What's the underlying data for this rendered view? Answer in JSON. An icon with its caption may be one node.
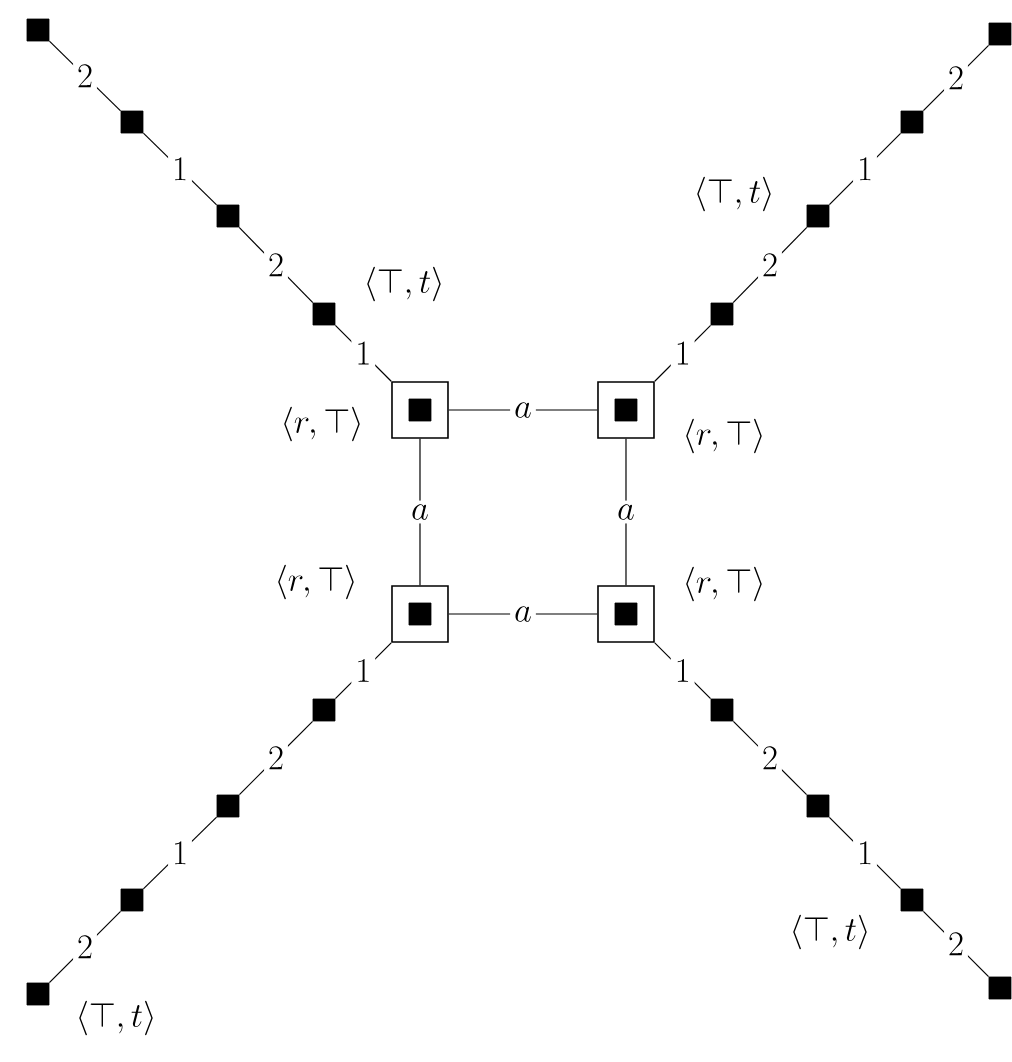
{
  "diagram": {
    "nodes": [
      {
        "text": [],
        "shape": "box",
        "beside": [
          "\\langle r, \\top\\rangle"
        ]
      },
      {
        "text": [],
        "shape": "box",
        "in": 0
      },
      {
        "text": [],
        "shape": "box",
        "beside": [
          "\\langle r, \\top\\rangle"
        ]
      },
      {
        "text": [],
        "shape": "box",
        "in": 2
      },
      {
        "text": [],
        "shape": "box",
        "beside": [
          "\\langle r, \\top\\rangle"
        ]
      },
      {
        "text": [],
        "shape": "box",
        "in": 4
      },
      {
        "text": [],
        "shape": "box",
        "beside": [
          "\\langle r, \\top\\rangle"
        ]
      },
      {
        "text": [],
        "shape": "box",
        "in": 6
      },
      {
        "text": [],
        "shape": "box",
        "beside": [
          "\\langle \\top, t\\rangle"
        ]
      },
      {
        "text": [],
        "shape": "box"
      },
      {
        "text": [],
        "shape": "box"
      },
      {
        "text": [],
        "shape": "box"
      },
      {
        "text": [],
        "shape": "box"
      },
      {
        "text": [],
        "shape": "box",
        "beside": [
          "\\langle \\top, t\\rangle"
        ]
      },
      {
        "text": [],
        "shape": "box"
      },
      {
        "text": [],
        "shape": "box"
      },
      {
        "text": [],
        "shape": "box"
      },
      {
        "text": [],
        "shape": "box"
      },
      {
        "text": [],
        "shape": "box"
      },
      {
        "text": [],
        "shape": "box",
        "beside": [
          "\\langle \\top, t\\rangle"
        ]
      },
      {
        "text": [],
        "shape": "box"
      },
      {
        "text": [],
        "shape": "box"
      },
      {
        "text": [],
        "shape": "box",
        "beside": [
          "\\langle \\top, t\\rangle"
        ]
      },
      {
        "text": [],
        "shape": "box"
      }
    ],
    "edges": [
      {
        "from": 0,
        "to": 2,
        "arrow": "none",
        "label": "a"
      },
      {
        "from": 0,
        "to": 4,
        "arrow": "none",
        "label": "a"
      },
      {
        "from": 2,
        "to": 6,
        "arrow": "none",
        "label": "a"
      },
      {
        "from": 4,
        "to": 6,
        "arrow": "none",
        "label": "a"
      },
      {
        "from": 0,
        "to": 8,
        "arrow": "none",
        "label": "1"
      },
      {
        "from": 8,
        "to": 9,
        "arrow": "none",
        "label": "2"
      },
      {
        "from": 9,
        "to": 10,
        "arrow": "none",
        "label": "1"
      },
      {
        "from": 10,
        "to": 11,
        "arrow": "none",
        "label": "2"
      },
      {
        "from": 2,
        "to": 12,
        "arrow": "none",
        "label": "1"
      },
      {
        "from": 12,
        "to": 13,
        "arrow": "none",
        "label": "2"
      },
      {
        "from": 13,
        "to": 14,
        "arrow": "none",
        "label": "1"
      },
      {
        "from": 14,
        "to": 15,
        "arrow": "none",
        "label": "2"
      },
      {
        "from": 4,
        "to": 16,
        "arrow": "none",
        "label": "1"
      },
      {
        "from": 16,
        "to": 17,
        "arrow": "none",
        "label": "2"
      },
      {
        "from": 17,
        "to": 18,
        "arrow": "none",
        "label": "1"
      },
      {
        "from": 18,
        "to": 19,
        "arrow": "none",
        "label": "2"
      },
      {
        "from": 6,
        "to": 20,
        "arrow": "none",
        "label": "1"
      },
      {
        "from": 20,
        "to": 21,
        "arrow": "none",
        "label": "2"
      },
      {
        "from": 21,
        "to": 22,
        "arrow": "none",
        "label": "1"
      },
      {
        "from": 22,
        "to": 23,
        "arrow": "none",
        "label": "2"
      }
    ]
  }
}
